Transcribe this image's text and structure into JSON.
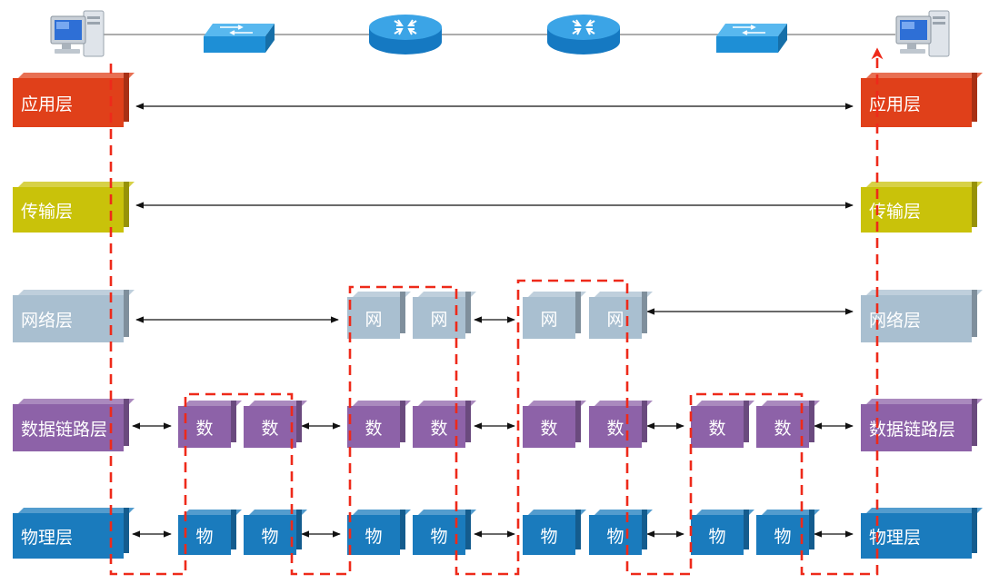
{
  "devices": [
    {
      "id": "pc-left",
      "type": "computer"
    },
    {
      "id": "switch-left",
      "type": "switch"
    },
    {
      "id": "router-left",
      "type": "router"
    },
    {
      "id": "router-right",
      "type": "router"
    },
    {
      "id": "switch-right",
      "type": "switch"
    },
    {
      "id": "pc-right",
      "type": "computer"
    }
  ],
  "layers": {
    "application": {
      "label": "应用层",
      "color": "#e0401a"
    },
    "transport": {
      "label": "传输层",
      "color": "#c9c20a"
    },
    "network": {
      "label": "网络层",
      "color": "#a9bfd0"
    },
    "datalink": {
      "label": "数据链路层",
      "color": "#8d62a8"
    },
    "physical": {
      "label": "物理层",
      "color": "#1a7bbd"
    }
  },
  "short_labels": {
    "network": "网",
    "datalink": "数",
    "physical": "物"
  },
  "colors": {
    "accent_path": "#ee2a1a",
    "arrow": "#111111",
    "cable": "#7a7a7a"
  }
}
